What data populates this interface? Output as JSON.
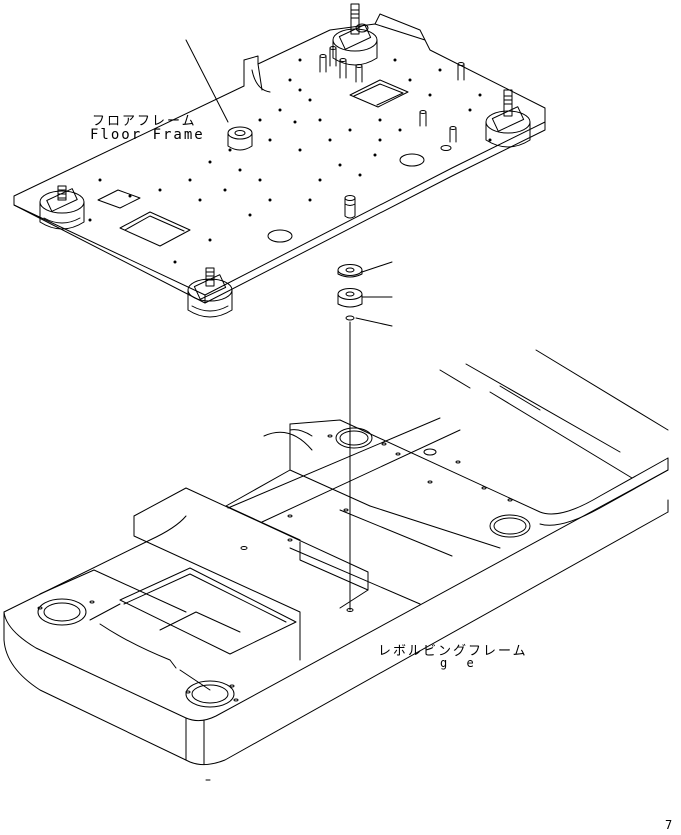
{
  "labels": {
    "floor_frame_jp": "フロアフレーム",
    "floor_frame_en": "Floor Frame",
    "revolving_frame_jp": "レボルビングフレーム",
    "revolving_frame_en": "g    e",
    "page_number": "7"
  },
  "colors": {
    "line": "#000000",
    "background": "#ffffff"
  }
}
